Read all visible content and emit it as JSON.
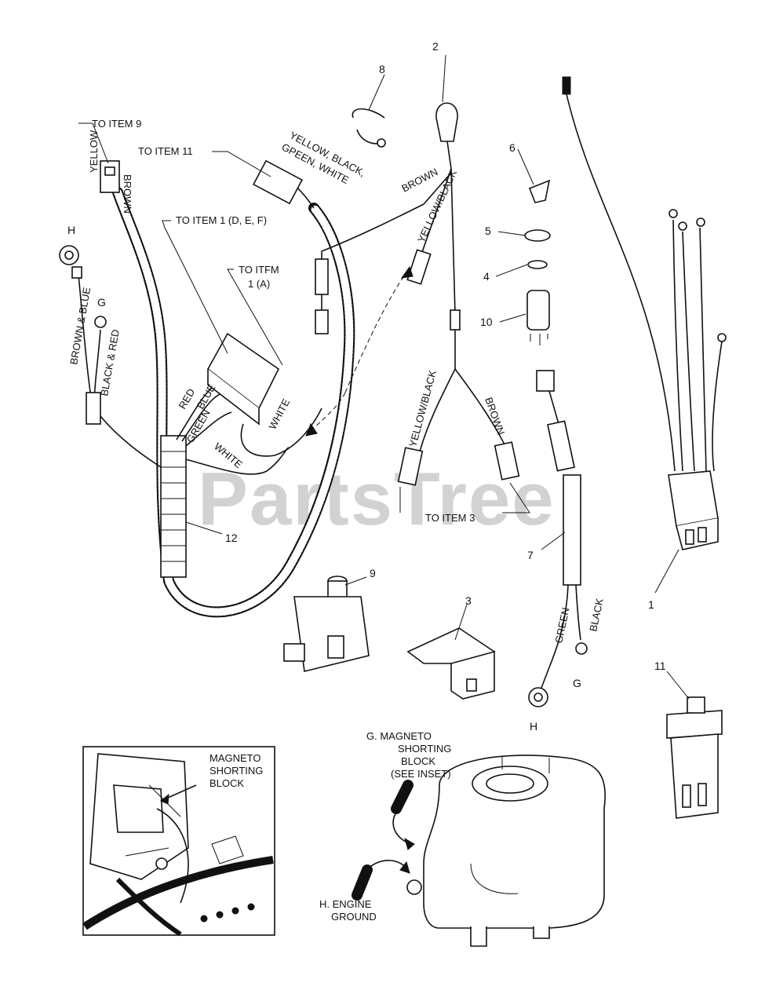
{
  "watermark": "PartsTree",
  "callouts": {
    "n1": "1",
    "n2": "2",
    "n3": "3",
    "n4": "4",
    "n5": "5",
    "n6": "6",
    "n7": "7",
    "n8": "8",
    "n9": "9",
    "n10": "10",
    "n11": "11",
    "n12": "12"
  },
  "references": {
    "to_item_9": "TO ITEM 9",
    "to_item_11": "TO ITEM 11",
    "to_item_1_def": "TO ITEM 1 (D, E, F)",
    "to_item_1a_line1": "TO ITFM",
    "to_item_1a_line2": "1 (A)",
    "to_item_3": "TO ITEM 3"
  },
  "wire_labels": {
    "yellow": "YELLOW",
    "brown": "BROWN",
    "yellow_black_green_white_l1": "YELLOW, BLACK,",
    "yellow_black_green_white_l2": "GPEEN, WHITE",
    "brown_top": "BROWN",
    "yellow_black_top": "YELLOW/BLACK",
    "brown_and_blue": "BROWN & BLUE",
    "black_and_red": "BLACK & RED",
    "red": "RED",
    "blue": "BLUE",
    "green": "GREEN",
    "white_1": "WHITE",
    "white_2": "WHITE",
    "yellow_black_low": "YELLOW/BLACK",
    "brown_low": "BROWN",
    "green_7": "GREEN",
    "black_7": "BLACK"
  },
  "terminals": {
    "h_left": "H",
    "g_left": "G",
    "g_right": "G",
    "h_right": "H"
  },
  "inset": {
    "magneto_l1": "MAGNETO",
    "magneto_l2": "SHORTING",
    "magneto_l3": "BLOCK"
  },
  "engine": {
    "g_l1": "G. MAGNETO",
    "g_l2": "SHORTING",
    "g_l3": "BLOCK",
    "g_l4": "(SEE INSET)",
    "h_l1": "H. ENGINE",
    "h_l2": "GROUND"
  }
}
